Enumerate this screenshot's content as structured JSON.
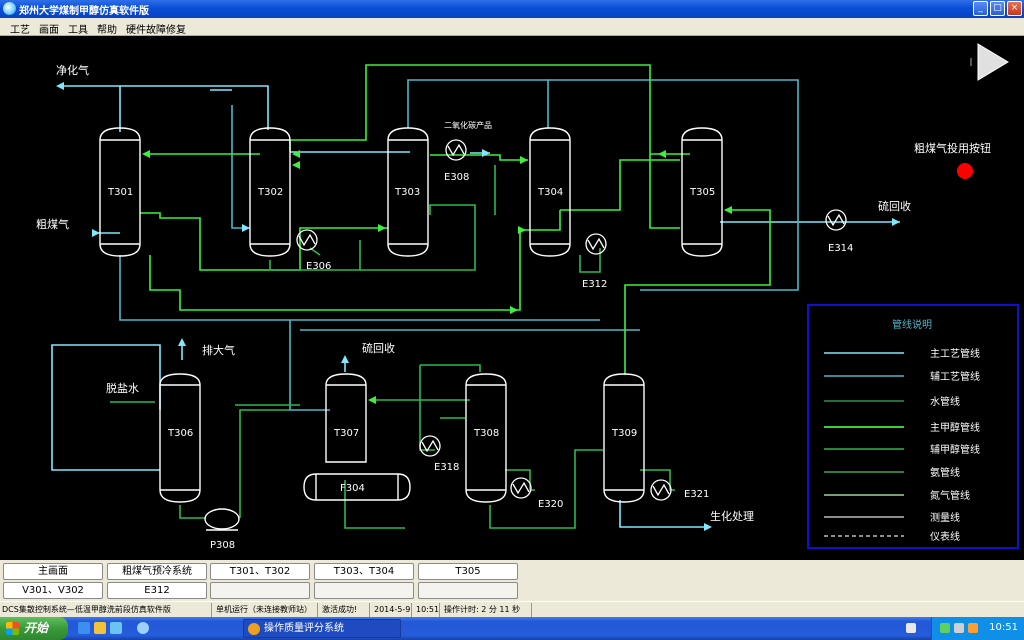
{
  "window": {
    "title": "郑州大学煤制甲醇仿真软件版",
    "buttons": [
      "_",
      "□",
      "×"
    ]
  },
  "menu": [
    "工艺",
    "画面",
    "工具",
    "帮助",
    "硬件故障修复"
  ],
  "diagram": {
    "towers": [
      "T301",
      "T302",
      "T303",
      "T304",
      "T305",
      "T306",
      "T307",
      "T308",
      "T309"
    ],
    "exchangers": [
      "E306",
      "E308",
      "E312",
      "E314",
      "E318",
      "E320",
      "E321"
    ],
    "drum": "F304",
    "pump": "P308",
    "labels": {
      "purified_gas": "净化气",
      "raw_gas": "粗煤气",
      "co2_product": "二氧化碳产品",
      "sulfur_recovery_1": "硫回收",
      "sulfur_recovery_2": "硫回收",
      "vent": "排大气",
      "desalted_water": "脱盐水",
      "biochem": "生化处理",
      "raw_gas_button": "粗煤气投用按钮"
    },
    "colors": {
      "main_process": "#7fe8ff",
      "aux_process": "#5fc6d8",
      "water": "#2f8f4f",
      "main_methanol": "#3cf03c",
      "aux_methanol": "#2fb84a",
      "ammonia": "#3f9f5f",
      "nitrogen": "#9fd4a0",
      "measure": "#e0e0e0",
      "instrument": "#e0e0e0",
      "vessel": "#ffffff",
      "button_red": "#ff0000"
    },
    "legend": {
      "title": "管线说明",
      "items": [
        {
          "label": "主工艺管线",
          "style": "main_process"
        },
        {
          "label": "辅工艺管线",
          "style": "aux_process"
        },
        {
          "label": "水管线",
          "style": "water"
        },
        {
          "label": "主甲醇管线",
          "style": "main_methanol"
        },
        {
          "label": "辅甲醇管线",
          "style": "aux_methanol"
        },
        {
          "label": "氨管线",
          "style": "ammonia"
        },
        {
          "label": "氮气管线",
          "style": "nitrogen"
        },
        {
          "label": "测量线",
          "style": "measure"
        },
        {
          "label": "仪表线",
          "style": "instrument"
        }
      ]
    }
  },
  "nav": {
    "row1": [
      "主画面",
      "粗煤气预冷系统",
      "T301、T302",
      "T303、T304",
      "T305"
    ],
    "row2": [
      "V301、V302",
      "E312",
      "",
      "",
      ""
    ]
  },
  "status": {
    "app": "DCS集散控制系统—低温甲醇洗前段仿真软件版",
    "mode": "单机运行（未连接教师站）",
    "activation": "激活成功!",
    "date": "2014-5-9",
    "time": "10:51",
    "timer": "操作计时: 2 分 11 秒"
  },
  "taskbar": {
    "start": "开始",
    "task": "操作质量评分系统",
    "clock": "10:51"
  }
}
